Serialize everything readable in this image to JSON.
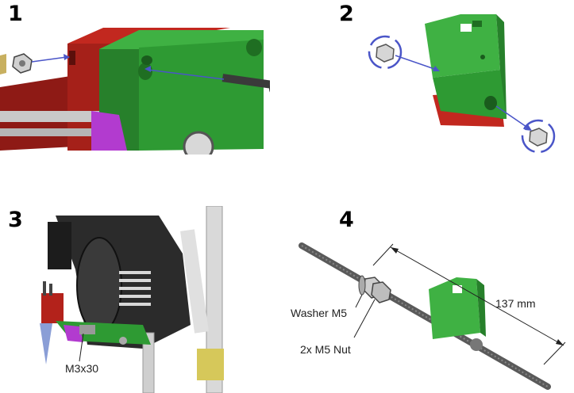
{
  "steps": [
    {
      "number": "1"
    },
    {
      "number": "2"
    },
    {
      "number": "3",
      "callouts": [
        "M3x30"
      ]
    },
    {
      "number": "4",
      "callouts": [
        "Washer M5",
        "2x M5 Nut"
      ],
      "dimension": "137 mm"
    }
  ],
  "colors": {
    "red_part": "#b3221b",
    "green_part": "#2e9a33",
    "dark_frame": "#2b2b2b",
    "magenta_gear": "#b23bcf",
    "arrow_blue": "#4a55c8",
    "rod_gray": "#5a5a5a"
  }
}
